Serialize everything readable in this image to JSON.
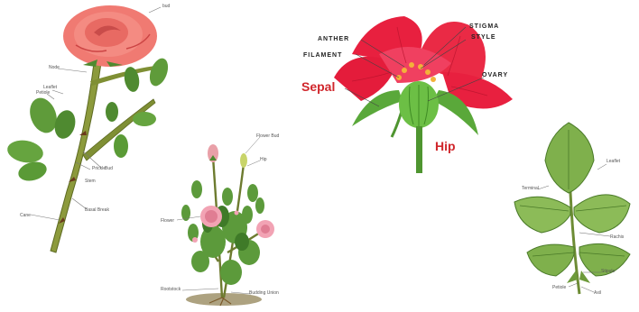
{
  "panels": {
    "rose_stem": {
      "labels": {
        "bud_top": "bud",
        "node": "Node",
        "leaflet": "Leaflet",
        "prickle": "Prickle",
        "bud": "Bud",
        "stem": "Stem",
        "cane": "Cane",
        "petiole": "Petiole",
        "basal_break": "Basal Break"
      }
    },
    "rose_bush": {
      "labels": {
        "flower_bud": "Flower Bud",
        "hip": "Hip",
        "flower": "Flower",
        "rootstock": "Rootstock",
        "budding_union": "Budding Union"
      }
    },
    "flower_anatomy": {
      "labels": {
        "anther": "ANTHER",
        "filament": "FILAMENT",
        "stigma": "STIGMA",
        "style": "STYLE",
        "ovary": "OVARY",
        "sepal": "Sepal",
        "hip": "Hip"
      },
      "colors": {
        "petal": "#e8203f",
        "sepal": "#5aa83a",
        "label_red": "#d0262b"
      }
    },
    "leaf": {
      "labels": {
        "terminal": "Terminal",
        "leaflet": "Leaflet",
        "rachis": "Rachis",
        "stipule": "Stipule",
        "petiole": "Petiole",
        "axil": "Axil"
      }
    }
  }
}
